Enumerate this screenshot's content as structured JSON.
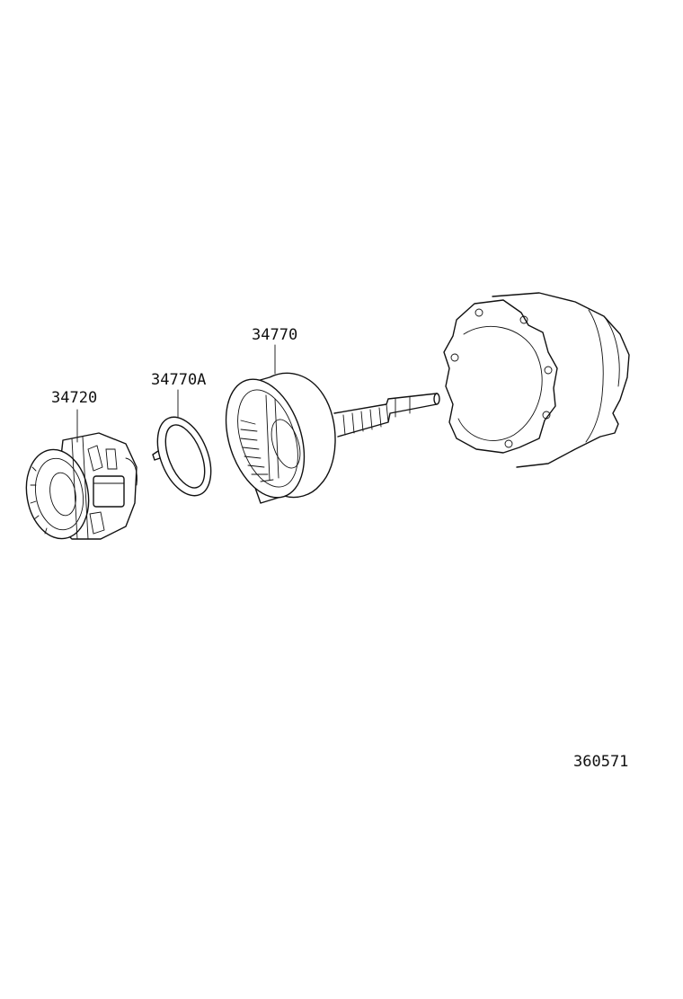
{
  "diagram": {
    "parts": [
      {
        "id": "p34720",
        "number": "34720"
      },
      {
        "id": "p34770A",
        "number": "34770A"
      },
      {
        "id": "p34770",
        "number": "34770"
      }
    ],
    "illustration_code": "360571"
  }
}
